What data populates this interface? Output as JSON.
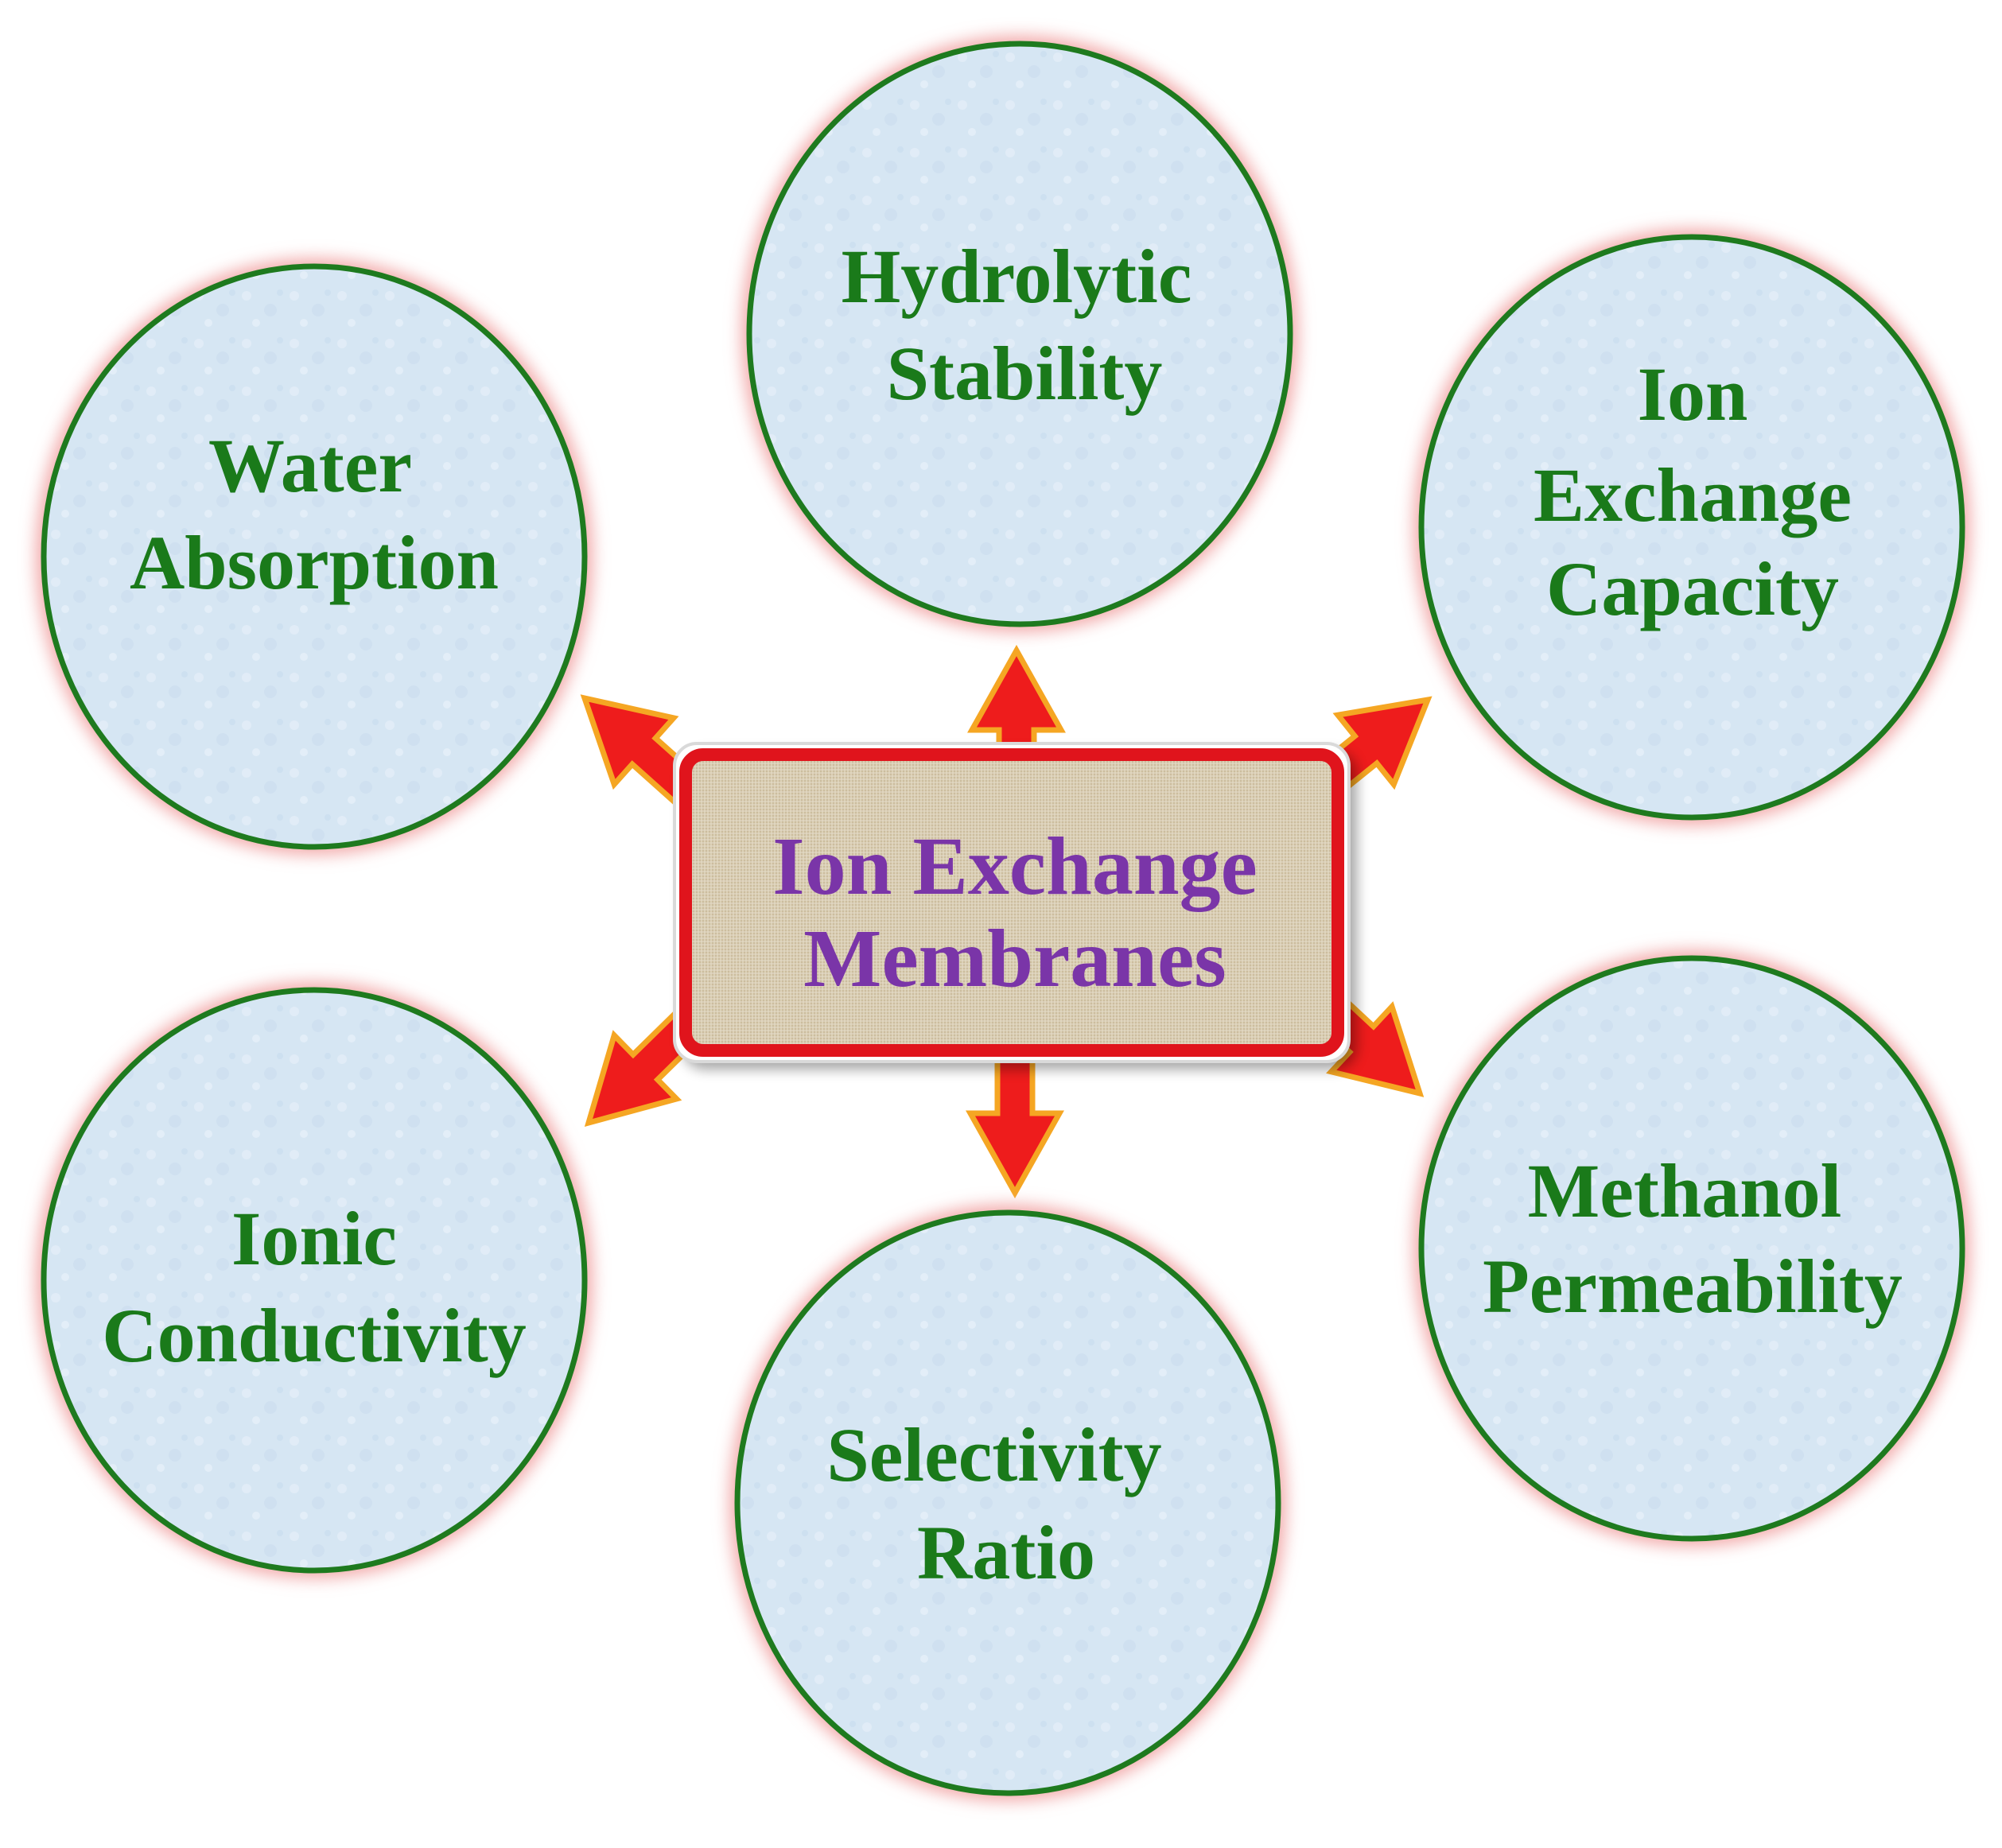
{
  "center": {
    "lines": [
      "Ion Exchange",
      "Membranes"
    ]
  },
  "nodes": [
    {
      "id": "water-absorption",
      "lines": [
        "Water",
        "Absorption"
      ]
    },
    {
      "id": "hydrolytic-stability",
      "lines": [
        "Hydrolytic",
        "Stability"
      ]
    },
    {
      "id": "ion-exchange-capacity",
      "lines": [
        "Ion",
        "Exchange",
        "Capacity"
      ]
    },
    {
      "id": "ionic-conductivity",
      "lines": [
        "Ionic",
        "Conductivity"
      ]
    },
    {
      "id": "selectivity-ratio",
      "lines": [
        "Selectivity",
        "Ratio"
      ]
    },
    {
      "id": "methanol-permeability",
      "lines": [
        "Methanol",
        "Permeability"
      ]
    }
  ],
  "colors": {
    "node_fill": "#d6e6f3",
    "node_stroke": "#1e7a1e",
    "node_glow": "#f2aaaa",
    "node_text": "#1a7a1a",
    "center_fill": "#d9cdb6",
    "center_border": "#e0141c",
    "center_text": "#7a35a8",
    "arrow_fill": "#ee1c1c",
    "arrow_stroke": "#f5a623"
  }
}
